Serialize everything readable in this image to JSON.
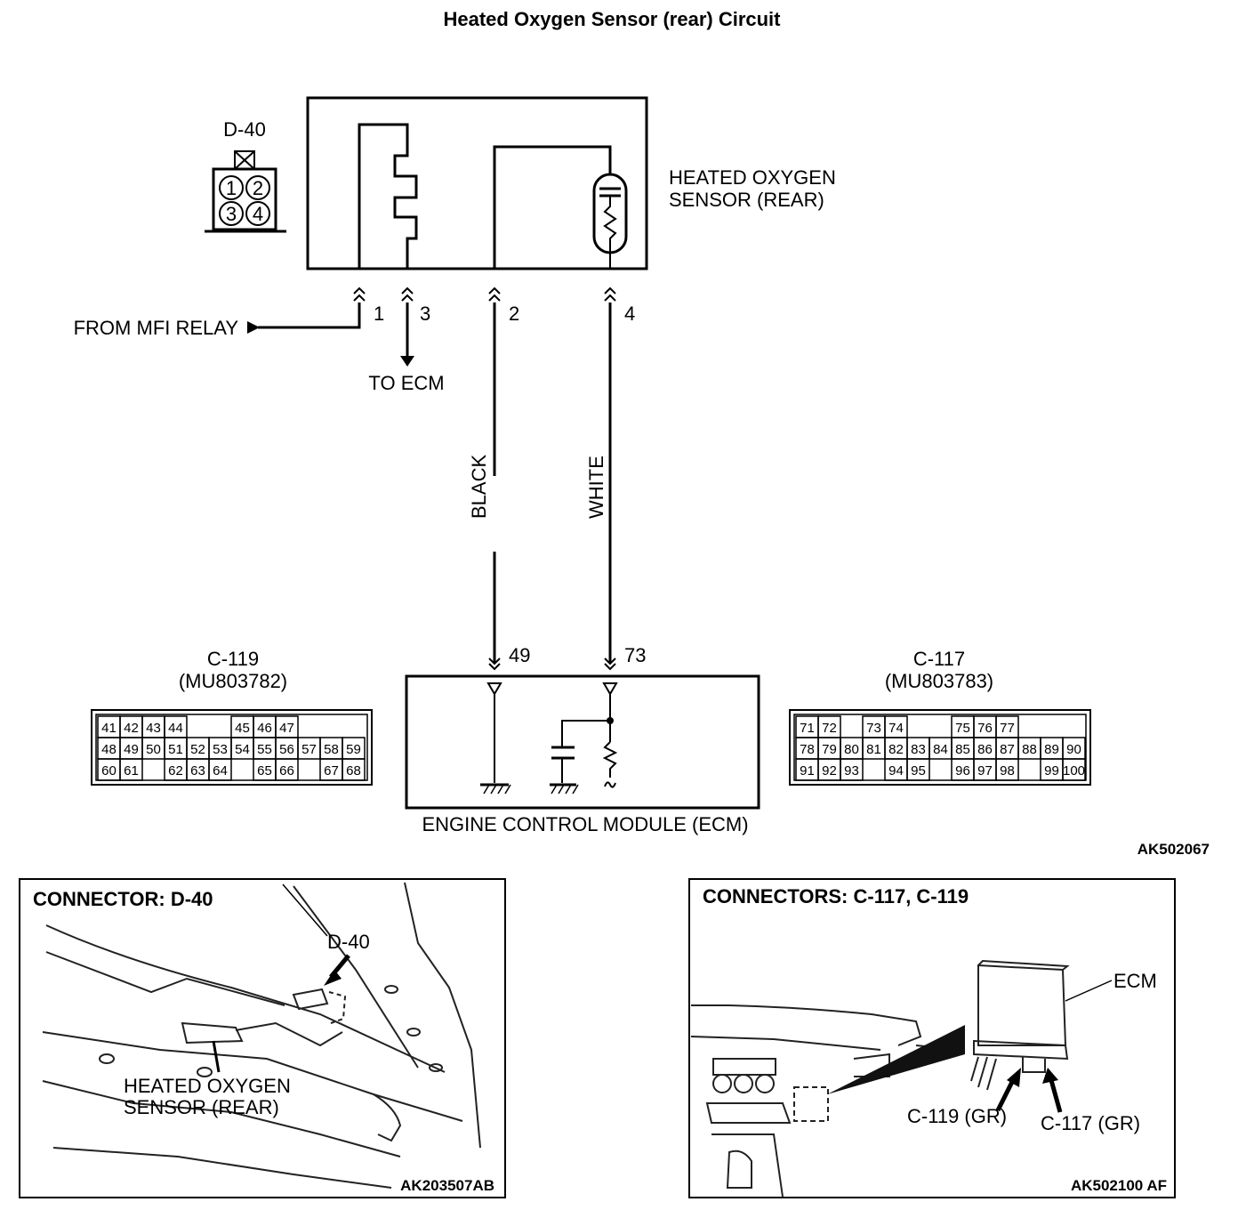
{
  "title": "Heated Oxygen Sensor (rear) Circuit",
  "sensor_connector": {
    "id": "D-40",
    "pins": [
      "1",
      "2",
      "3",
      "4"
    ]
  },
  "sensor_label": [
    "HEATED OXYGEN",
    "SENSOR (REAR)"
  ],
  "from_label": "FROM MFI RELAY",
  "to_label": "TO ECM",
  "sensor_pins": [
    "1",
    "3",
    "2",
    "4"
  ],
  "wire_colors": {
    "black": "BLACK",
    "white": "WHITE"
  },
  "ecm_pins": [
    "49",
    "73"
  ],
  "ecm_label": "ENGINE CONTROL MODULE (ECM)",
  "c119": {
    "id": "C-119",
    "part": "(MU803782)",
    "rows": [
      [
        "41",
        "42",
        "43",
        "44",
        "",
        "",
        "45",
        "46",
        "47"
      ],
      [
        "48",
        "49",
        "50",
        "51",
        "52",
        "53",
        "54",
        "55",
        "56",
        "57",
        "58",
        "59"
      ],
      [
        "60",
        "61",
        "",
        "62",
        "63",
        "64",
        "",
        "65",
        "66",
        "",
        "67",
        "68"
      ]
    ]
  },
  "c117": {
    "id": "C-117",
    "part": "(MU803783)",
    "rows": [
      [
        "71",
        "72",
        "",
        "73",
        "74",
        "",
        "",
        "75",
        "76",
        "77"
      ],
      [
        "78",
        "79",
        "80",
        "81",
        "82",
        "83",
        "84",
        "85",
        "86",
        "87",
        "88",
        "89",
        "90"
      ],
      [
        "91",
        "92",
        "93",
        "",
        "94",
        "95",
        "",
        "96",
        "97",
        "98",
        "",
        "99",
        "100"
      ]
    ]
  },
  "diagram_code": "AK502067",
  "panel_left": {
    "title": "CONNECTOR: D-40",
    "callout": "D-40",
    "part_label": [
      "HEATED OXYGEN",
      "SENSOR (REAR)"
    ],
    "code": "AK203507AB"
  },
  "panel_right": {
    "title": "CONNECTORS: C-117, C-119",
    "ecm": "ECM",
    "c119": "C-119 (GR)",
    "c117": "C-117 (GR)",
    "code": "AK502100 AF"
  }
}
